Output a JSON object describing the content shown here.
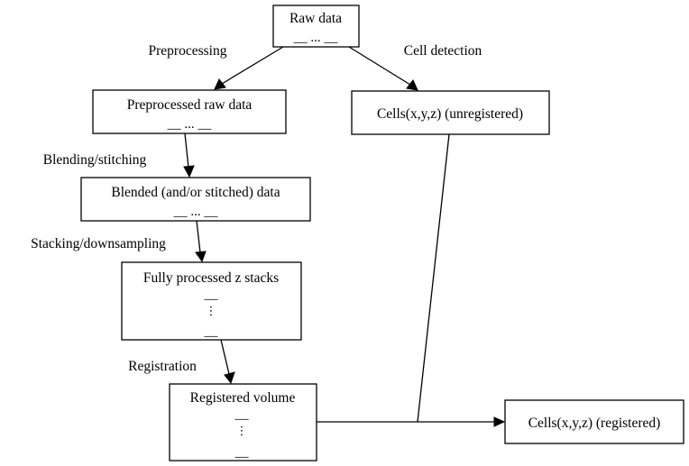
{
  "nodes": {
    "raw_data": {
      "label": "Raw data",
      "glyph": "__ ... __"
    },
    "preprocessed": {
      "label": "Preprocessed raw data",
      "glyph": "__ ... __"
    },
    "blended": {
      "label": "Blended (and/or stitched) data",
      "glyph": "__ ... __"
    },
    "z_stacks": {
      "label": "Fully processed z stacks",
      "glyph_top": "__",
      "glyph_mid": "⋮",
      "glyph_bottom": "__"
    },
    "registered_volume": {
      "label": "Registered volume",
      "glyph_top": "__",
      "glyph_mid": "⋮",
      "glyph_bottom": "__"
    },
    "cells_unregistered": {
      "label": "Cells(x,y,z) (unregistered)"
    },
    "cells_registered": {
      "label": "Cells(x,y,z) (registered)"
    }
  },
  "edges": {
    "preprocessing": "Preprocessing",
    "cell_detection": "Cell detection",
    "blending": "Blending/stitching",
    "stacking": "Stacking/downsampling",
    "registration": "Registration"
  }
}
